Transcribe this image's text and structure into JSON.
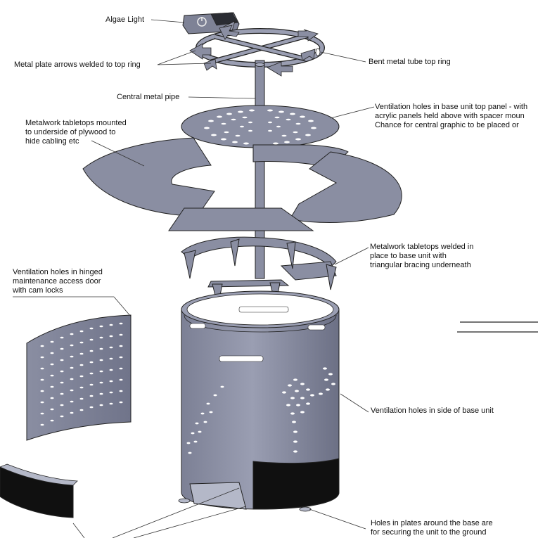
{
  "labels": {
    "algae_light": "Algae Light",
    "metal_plate_arrows": "Metal plate arrows welded to top ring",
    "bent_metal_tube": "Bent metal tube top ring",
    "central_metal_pipe": "Central metal pipe",
    "vent_top_panel_1": "Ventilation holes in base unit top panel - with",
    "vent_top_panel_2": "acrylic panels held above with spacer moun",
    "vent_top_panel_3": "Chance for central graphic to be placed or",
    "metal_tabletops_mounted_1": "Metalwork tabletops mounted",
    "metal_tabletops_mounted_2": "to underside of plywood to",
    "metal_tabletops_mounted_3": "hide cabling etc",
    "metal_tabletops_welded_1": "Metalwork tabletops welded in",
    "metal_tabletops_welded_2": "place to base unit with",
    "metal_tabletops_welded_3": "triangular bracing underneath",
    "vent_door_1": "Ventilation holes in hinged",
    "vent_door_2": "maintenance access door",
    "vent_door_3": "with cam locks",
    "vent_side": "Ventilation holes in side of base unit",
    "holes_plates_1": "Holes in plates around the base are",
    "holes_plates_2": "for securing the unit to the ground"
  }
}
